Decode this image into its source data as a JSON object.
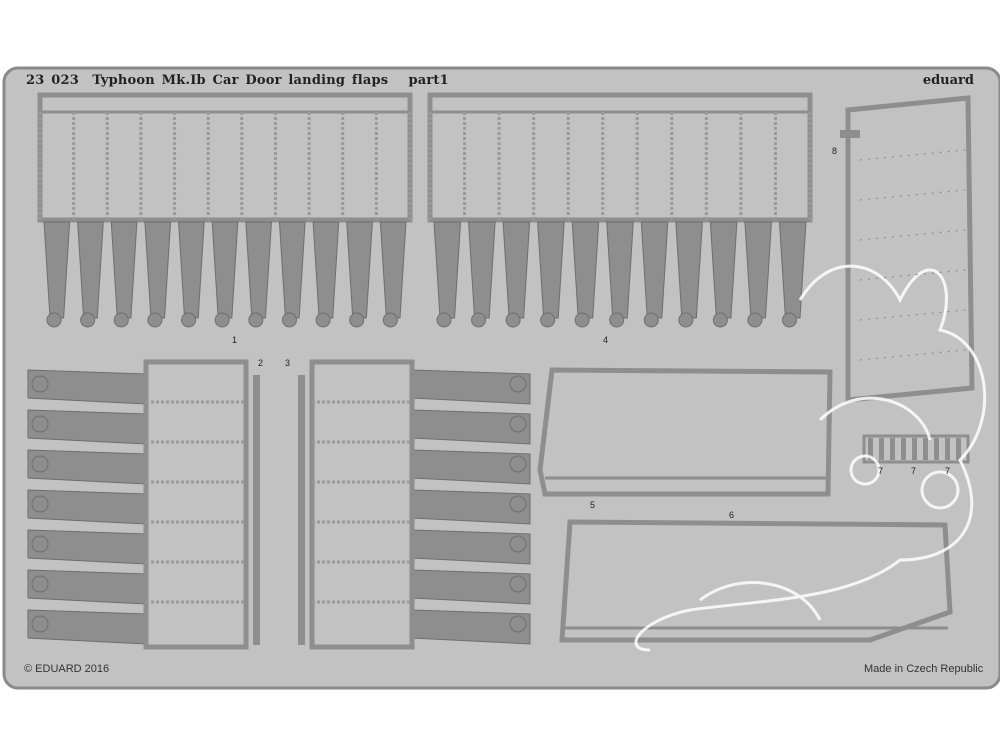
{
  "fret": {
    "title": "23 023  Typhoon Mk.Ib Car Door landing flaps   part1",
    "brand": "eduard",
    "copyright": "© EDUARD 2016",
    "origin": "Made in Czech Republic",
    "colors": {
      "background": "#c2c2c2",
      "part": "#8e8e8e",
      "frame": "#9a9a9a",
      "line": "#6e6e6e",
      "paper": "#ffffff"
    }
  },
  "parts": [
    {
      "number": "1"
    },
    {
      "number": "2"
    },
    {
      "number": "3"
    },
    {
      "number": "4"
    },
    {
      "number": "5"
    },
    {
      "number": "6"
    },
    {
      "number": "7"
    },
    {
      "number": "7"
    },
    {
      "number": "7"
    },
    {
      "number": "8"
    }
  ]
}
